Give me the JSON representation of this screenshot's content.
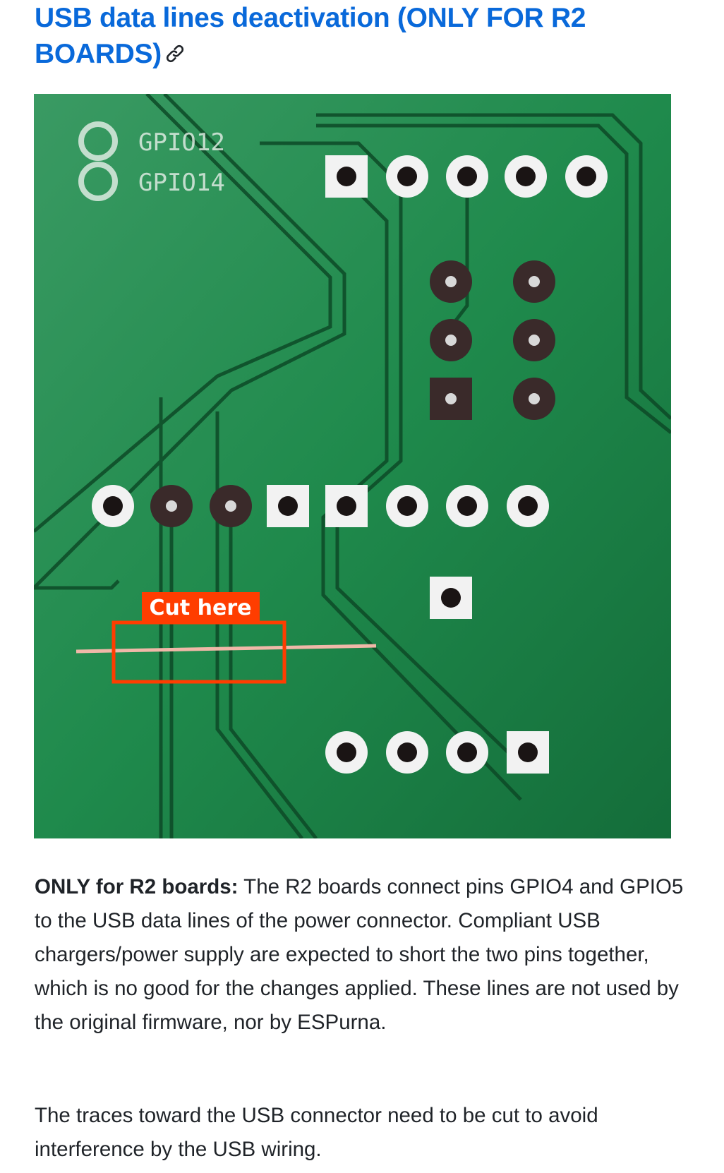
{
  "heading": {
    "text": "USB data lines deactivation (ONLY FOR R2 BOARDS)",
    "icon": "link-icon",
    "color": "#0969da"
  },
  "figure": {
    "silkscreen_labels": [
      "GPIO12",
      "GPIO14"
    ],
    "annotation_label": "Cut here",
    "annotation_color": "#ff3d00",
    "board_color": "#1f8a4c"
  },
  "paragraphs": [
    {
      "bold": "ONLY for R2 boards:",
      "text": " The R2 boards connect pins GPIO4 and GPIO5 to the USB data lines of the power connector. Compliant USB chargers/power supply are expected to short the two pins together, which is no good for the changes applied. These lines are not used by the original firmware, nor by ESPurna."
    },
    {
      "text": "The traces toward the USB connector need to be cut to avoid interference by the USB wiring."
    }
  ]
}
